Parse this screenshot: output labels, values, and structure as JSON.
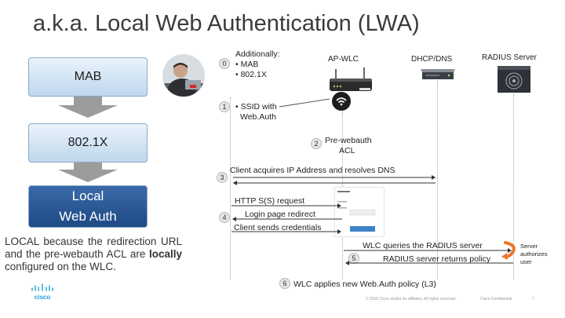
{
  "title": "a.k.a. Local Web Authentication (LWA)",
  "left_column": {
    "mab": "MAB",
    "dot1x": "802.1X",
    "lwa_line1": "Local",
    "lwa_line2": "Web Auth",
    "note_em": "LOCAL",
    "note_middle": " because the redirection URL and the pre-webauth ACL are ",
    "note_bold": "locally",
    "note_end": " configured on the WLC."
  },
  "entities": {
    "ap_wlc": "AP-WLC",
    "dhcp_dns": "DHCP/DNS",
    "radius": "RADIUS Server"
  },
  "steps": [
    {
      "num": "0",
      "lines": [
        "Additionally:",
        "• MAB",
        "• 802.1X"
      ]
    },
    {
      "num": "1",
      "lines": [
        "• SSID with",
        "Web.Auth"
      ]
    },
    {
      "num": "2",
      "lines": [
        "Pre-webauth",
        "ACL"
      ]
    },
    {
      "num": "3",
      "lines": [
        "Client acquires IP Address and resolves DNS"
      ]
    },
    {
      "num": "4",
      "lines": [
        "HTTP S(S) request",
        "Login page redirect",
        "Client sends credentials"
      ]
    },
    {
      "num": "5",
      "lines": [
        "WLC queries the RADIUS server",
        "RADIUS server returns policy"
      ]
    },
    {
      "num": "6",
      "lines": [
        "WLC applies new Web.Auth policy (L3)"
      ]
    }
  ],
  "server_authorizes": [
    "Server",
    "authorizes",
    "user"
  ],
  "footer": {
    "copyright": "© 2015 Cisco and/or its affiliates. All rights reserved.",
    "confidential": "Cisco Confidential",
    "page": "7"
  },
  "colors": {
    "accent_orange": "#e8772e",
    "lwa_blue": "#1e4a86"
  }
}
